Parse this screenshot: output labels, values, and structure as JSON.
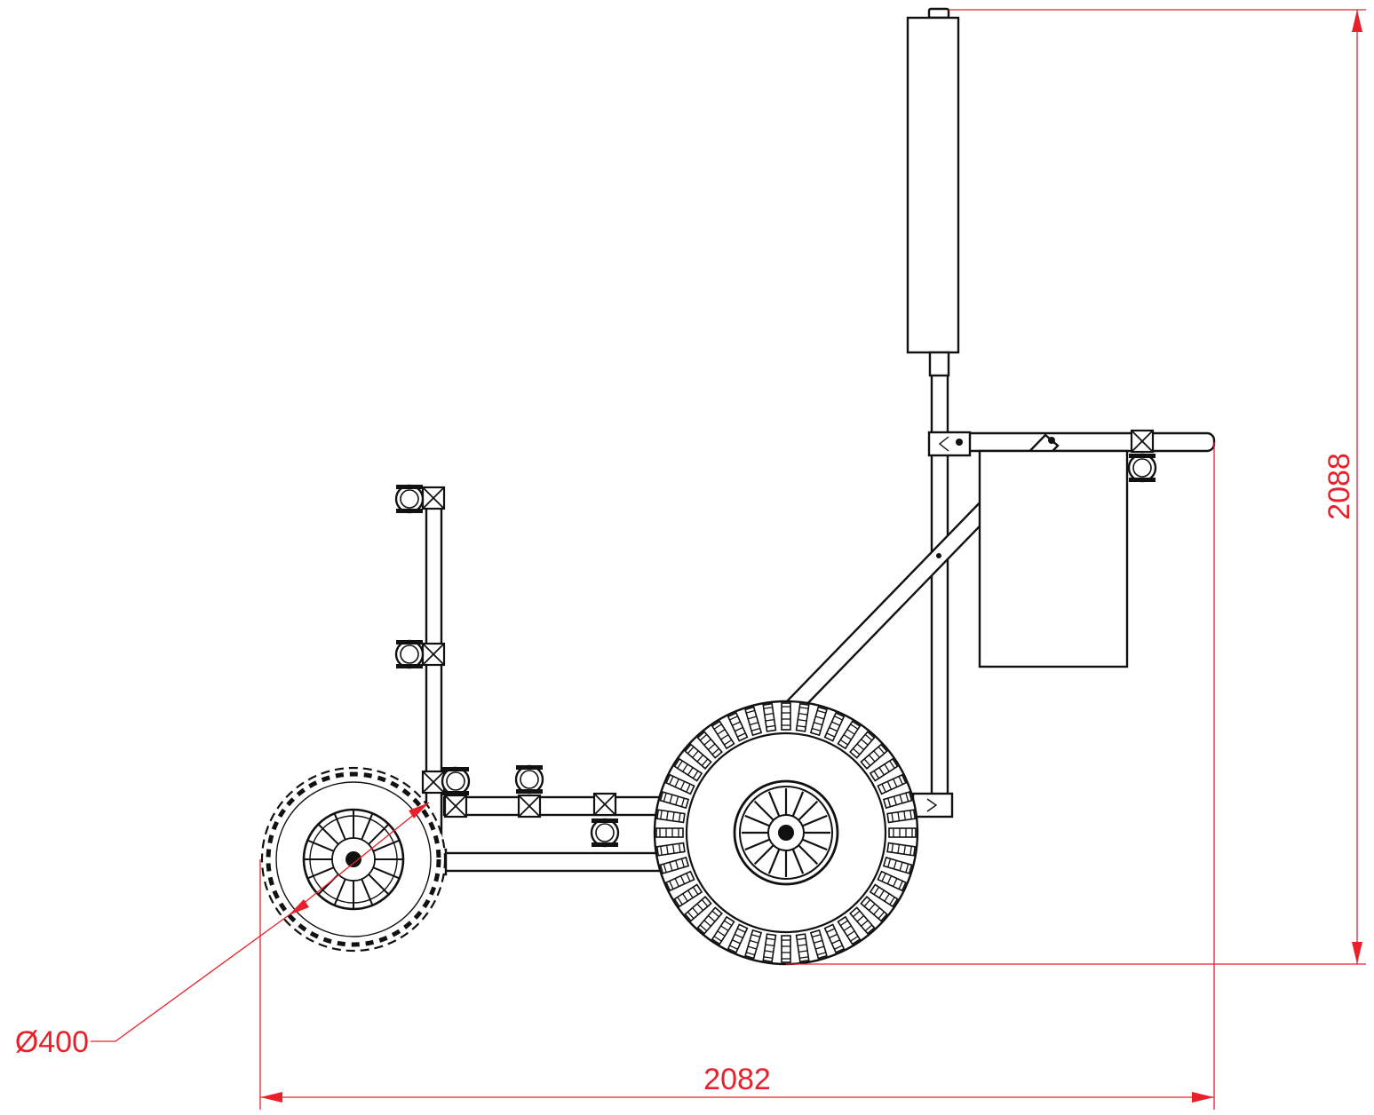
{
  "drawing": {
    "dimensions": {
      "overall_height": "2088",
      "overall_length": "2082",
      "wheel_diameter": "Ø400"
    },
    "colors": {
      "dimension": "#e8202a",
      "linework": "#111111",
      "background": "#ffffff"
    }
  }
}
